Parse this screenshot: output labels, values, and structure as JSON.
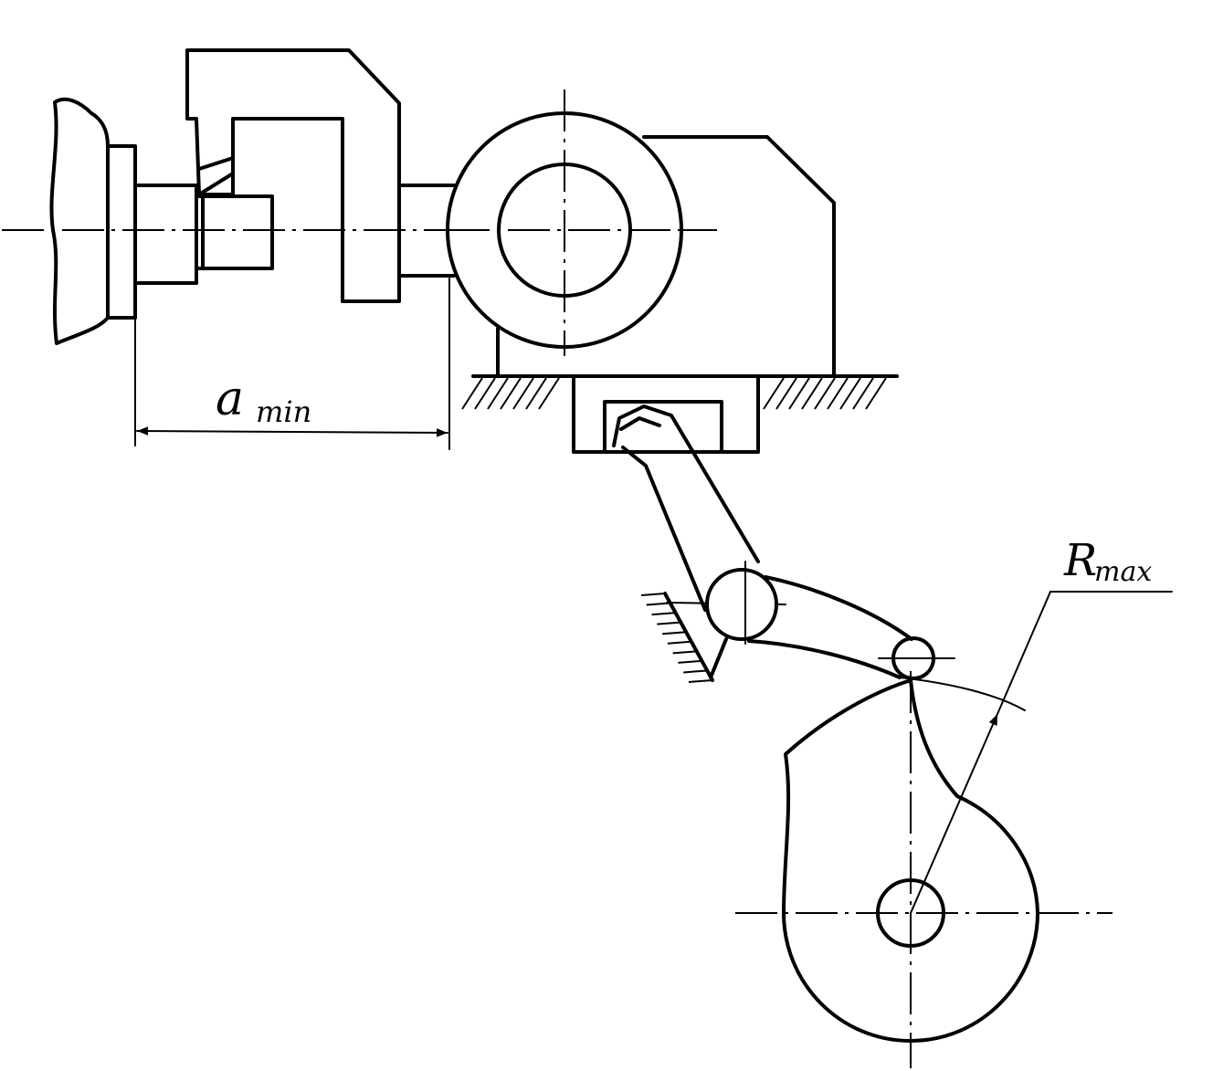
{
  "diagram": {
    "labels": {
      "a_main": "a",
      "a_sub": "min",
      "r_main": "R",
      "r_sub": "max"
    }
  }
}
